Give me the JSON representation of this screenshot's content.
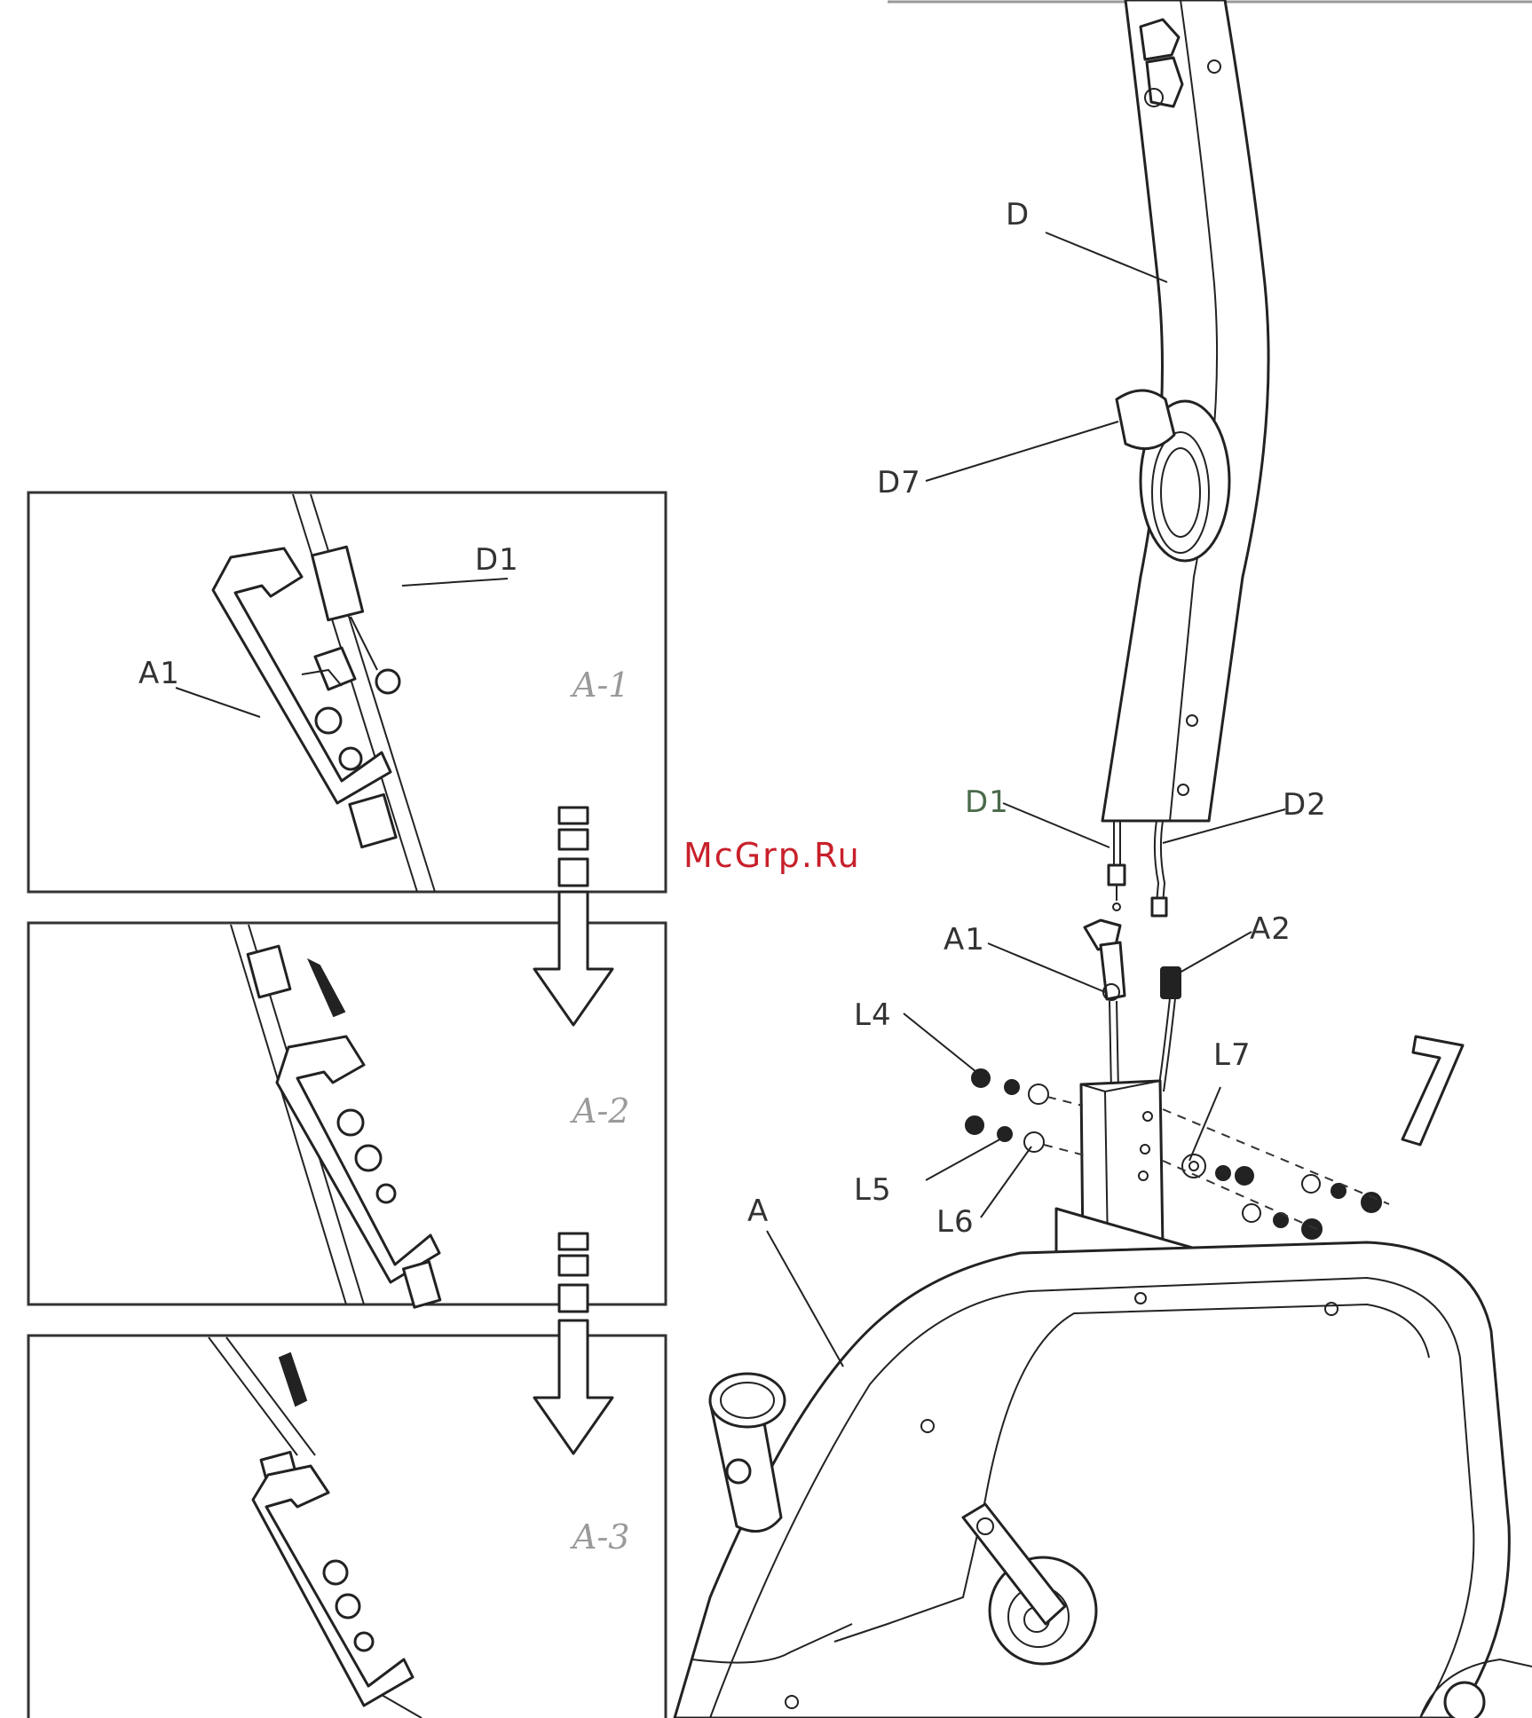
{
  "watermark": {
    "text": "McGrp.Ru",
    "color": "#c8202a"
  },
  "panels": [
    {
      "step": "A-1",
      "labels": [
        "D1",
        "A1"
      ]
    },
    {
      "step": "A-2"
    },
    {
      "step": "A-3"
    }
  ],
  "main_labels": {
    "D": "D",
    "D7": "D7",
    "D1": "D1",
    "D2": "D2",
    "A1": "A1",
    "A2": "A2",
    "L4": "L4",
    "L5": "L5",
    "L6": "L6",
    "L7": "L7",
    "A": "A"
  },
  "icons": [
    "down-arrow-icon",
    "allen-key-icon",
    "direction-arrow-icon"
  ]
}
